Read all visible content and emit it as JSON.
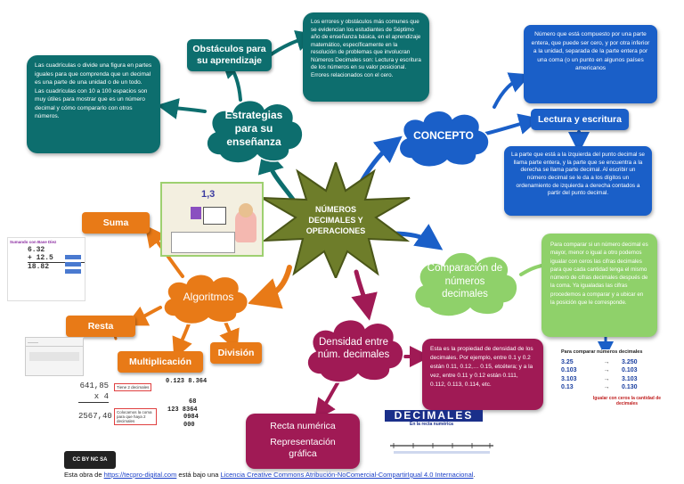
{
  "center": {
    "title": "NÚMEROS DECIMALES Y OPERACIONES"
  },
  "obstaculos": {
    "label": "Obstáculos para su aprendizaje",
    "text": "Los errores y obstáculos más comunes que se evidencian los estudiantes de Séptimo año de enseñanza básica, en el aprendizaje matemático, específicamente en la resolución de problemas que involucran Números Decimales son: Lectura y escritura de los números en su valor posicional. Errores relacionados con el cero."
  },
  "estrategias": {
    "label": "Estrategias para su enseñanza",
    "text": "Las cuadrículas o divide una figura en partes iguales para que comprenda que un decimal es una parte de una unidad o de un todo. Las cuadrículas con 10 a 100 espacios son muy útiles para mostrar que es un número decimal y cómo compararlo con otros números."
  },
  "concepto": {
    "label": "CONCEPTO",
    "text": "Número que está compuesto por una parte entera, que puede ser cero, y por otra inferior a la unidad, separada de la parte entera por una coma (o un punto en algunos países americanos"
  },
  "lectura": {
    "label": "Lectura y escritura",
    "text": "La parte que está a la izquierda del punto decimal se llama parte entera, y la parte que se encuentra a la derecha se llama parte decimal. Al escribir un número decimal se le da a los dígitos un ordenamiento de izquierda a derecha contados a partir del punto decimal."
  },
  "comparacion": {
    "label": "Comparación de números decimales",
    "text": "Para comparar si un número decimal es mayor, menor o igual a otro podemos igualar con ceros las cifras decimales para que cada cantidad tenga el mismo número de cifras decimales después de la coma. Ya igualadas las cifras procedemos a comparar y a ubicar en la posición que le corresponde."
  },
  "compare_table": {
    "title": "Para comparar números decimales",
    "rows": [
      {
        "left": "3.25",
        "right": "3.250"
      },
      {
        "left": "0.103",
        "right": "0.103"
      },
      {
        "left": "3.103",
        "right": "3.103"
      },
      {
        "left": "0.13",
        "right": "0.130"
      }
    ],
    "note": "Igualar con ceros la cantidad de decimales"
  },
  "algoritmos": {
    "label": "Algoritmos"
  },
  "suma": {
    "label": "Suma",
    "caption": "Sumando con Base Diez",
    "lines": [
      "6.32",
      "+ 12.5",
      "18.82"
    ]
  },
  "resta": {
    "label": "Resta"
  },
  "multiplicacion": {
    "label": "Multiplicación",
    "lines": [
      "641,85",
      "x 4",
      "2567,40"
    ],
    "note1": "Tiene 2 decimales",
    "note2": "Colocamos la coma para que haya 2 decimales"
  },
  "division": {
    "label": "División",
    "lines": [
      "0.123 8.364",
      "68",
      "123 8364",
      "0984",
      "000"
    ]
  },
  "densidad": {
    "label": "Densidad entre núm. decimales",
    "text": "Esta es la propiedad de densidad de los decimales. Por ejemplo, entre 0.1 y 0.2 están 0.11, 0.12,… 0.15, etcétera; y a la vez, entre 0.11 y 0.12 están 0.111, 0.112, 0.113, 0.114, etc."
  },
  "recta": {
    "label1": "Recta numérica",
    "label2": "Representación gráfica",
    "banner": "DECIMALES",
    "banner_sub": "En la recta numérica"
  },
  "image_fraction": {
    "value": "1,3"
  },
  "footer": {
    "cc": "CC BY NC SA",
    "prefix": "Esta obra de ",
    "link1": "https://tecpro-digital.com",
    "middle": " está bajo una ",
    "link2": "Licencia Creative Commons Atribución-NoComercial-CompartirIgual 4.0 Internacional",
    "end": "."
  },
  "colors": {
    "teal": "#0d6e6e",
    "blue": "#1a5fc8",
    "green": "#8fd16a",
    "maroon": "#a01a55",
    "orange": "#e87a17",
    "olive": "#6e7d2a"
  }
}
